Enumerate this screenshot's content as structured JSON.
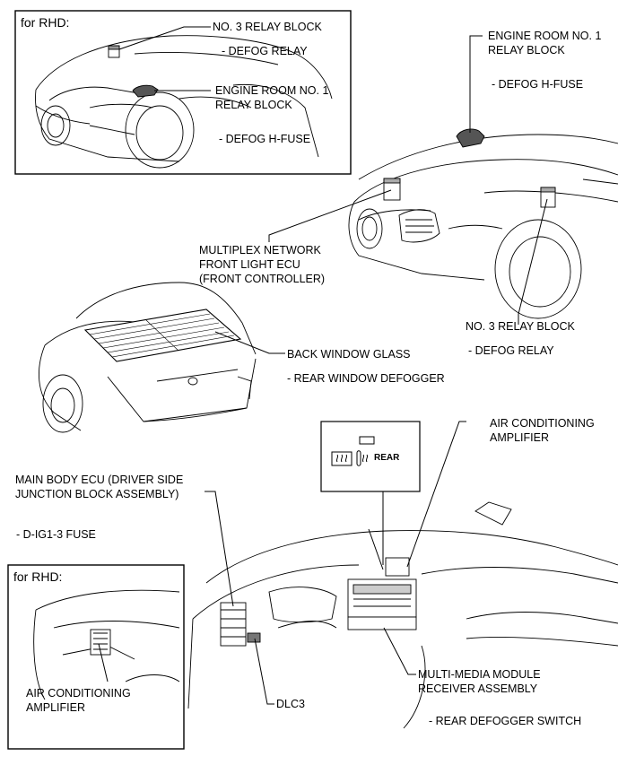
{
  "inset_top": {
    "header": "for RHD:",
    "relay3_title": "NO. 3 RELAY BLOCK",
    "relay3_item": "- DEFOG RELAY",
    "engine_title_1": "ENGINE ROOM NO. 1",
    "engine_title_2": "RELAY BLOCK",
    "engine_item": "- DEFOG H-FUSE"
  },
  "main_front": {
    "engine_title_1": "ENGINE ROOM NO. 1",
    "engine_title_2": "RELAY BLOCK",
    "engine_item": "- DEFOG H-FUSE",
    "multiplex_1": "MULTIPLEX NETWORK",
    "multiplex_2": "FRONT LIGHT ECU",
    "multiplex_3": "(FRONT CONTROLLER)",
    "relay3_title": "NO. 3 RELAY BLOCK",
    "relay3_item": "- DEFOG RELAY"
  },
  "rear": {
    "back_glass_title": "BACK WINDOW GLASS",
    "back_glass_item": "- REAR WINDOW DEFOGGER"
  },
  "dash": {
    "ac_amp_1": "AIR CONDITIONING",
    "ac_amp_2": "AMPLIFIER",
    "main_body_1": "MAIN BODY ECU (DRIVER SIDE",
    "main_body_2": "JUNCTION BLOCK ASSEMBLY)",
    "main_body_item": "- D-IG1-3 FUSE",
    "switch_label": "REAR",
    "multimedia_1": "MULTI-MEDIA MODULE",
    "multimedia_2": "RECEIVER ASSEMBLY",
    "multimedia_item": "- REAR DEFOGGER SWITCH",
    "dlc": "DLC3"
  },
  "inset_bottom": {
    "header": "for RHD:",
    "ac_amp_1": "AIR CONDITIONING",
    "ac_amp_2": "AMPLIFIER"
  }
}
